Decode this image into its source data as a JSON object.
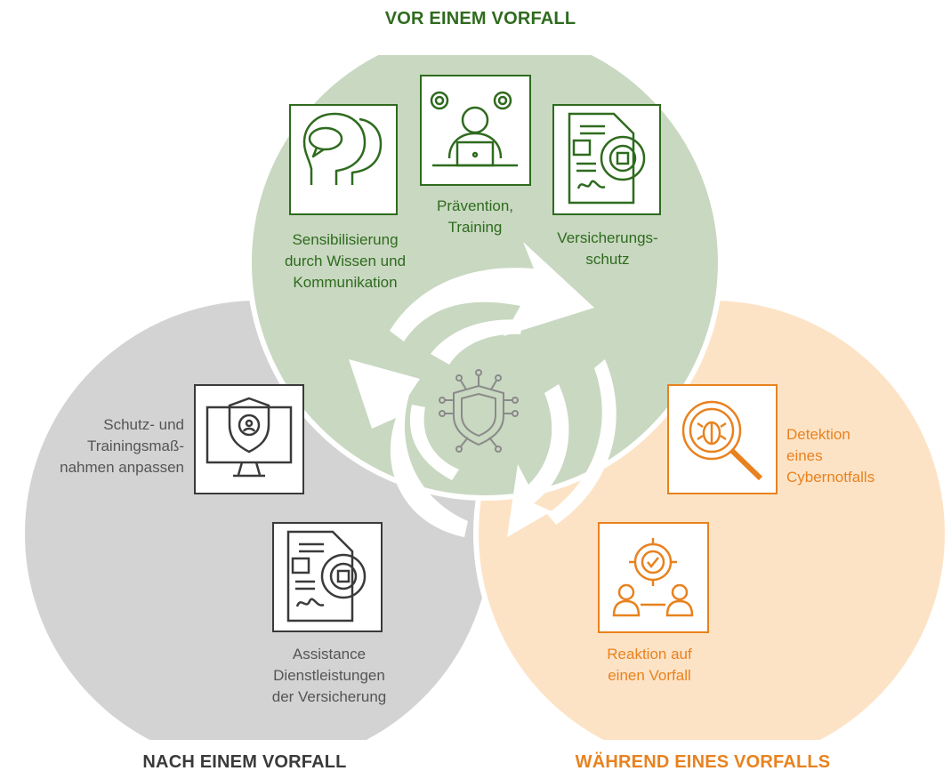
{
  "colors": {
    "green": "#2e6b1e",
    "green_fill": "#c9d8c1",
    "orange": "#e8821f",
    "orange_fill": "#fde3c6",
    "gray_fill": "#d3d3d3",
    "dark": "#3a3a3a",
    "gray_text": "#555555",
    "shield": "#8a8a8a"
  },
  "phases": {
    "before": {
      "heading": "VOR EINEM VORFALL"
    },
    "during": {
      "heading": "WÄHREND EINES VORFALLS"
    },
    "after": {
      "heading": "NACH EINEM VORFALL"
    }
  },
  "items": {
    "awareness": {
      "label": "Sensibilisierung\ndurch Wissen und\nKommunikation",
      "icon": "head-speech-icon"
    },
    "prevention": {
      "label": "Prävention,\nTraining",
      "icon": "person-laptop-gears-icon"
    },
    "insurance": {
      "label": "Versicherungs-\nschutz",
      "icon": "certificate-seal-icon"
    },
    "detection": {
      "label": "Detektion\neines\nCybernotfalls",
      "icon": "magnifier-bug-icon"
    },
    "reaction": {
      "label": "Reaktion auf\neinen Vorfall",
      "icon": "gear-check-people-icon"
    },
    "adjust": {
      "label": "Schutz- und\nTrainingsmaß-\nnahmen anpassen",
      "icon": "monitor-shield-gear-icon"
    },
    "assistance": {
      "label": "Assistance\nDienstleistungen\nder Versicherung",
      "icon": "certificate-seal-icon"
    }
  },
  "center_icon": "circuit-shield-icon"
}
